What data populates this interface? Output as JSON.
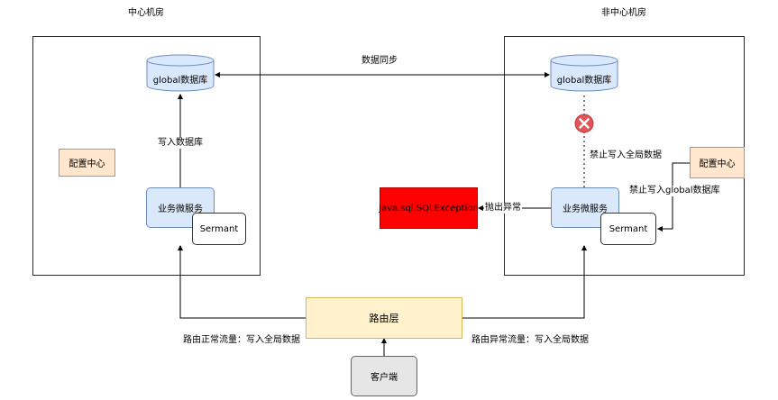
{
  "rooms": {
    "center": {
      "title": "中心机房"
    },
    "noncenter": {
      "title": "非中心机房"
    }
  },
  "center": {
    "db": "global数据库",
    "write_label": "写入数据库",
    "config": "配置中心",
    "service": "业务微服务",
    "sermant": "Sermant"
  },
  "noncenter": {
    "db": "global数据库",
    "forbid_global_label": "禁止写入全局数据",
    "config": "配置中心",
    "forbid_db_label": "禁止写入global数据库",
    "service": "业务微服务",
    "sermant": "Sermant",
    "throw_label": "抛出异常",
    "exception": "java.sql.SQLException"
  },
  "sync_label": "数据同步",
  "router": "路由层",
  "client": "客户端",
  "normal_flow_label": "路由正常流量：写入全局数据",
  "abnormal_flow_label": "路由异常流量：写入全局数据",
  "colors": {
    "service_fill": "#dae8fc",
    "config_fill": "#ffe6cc",
    "router_fill": "#fff2cc",
    "client_fill": "#e6e6e6",
    "exception_fill": "#ff0000",
    "error_icon": "#e05555"
  },
  "icons": {
    "error": "error-x-icon"
  }
}
